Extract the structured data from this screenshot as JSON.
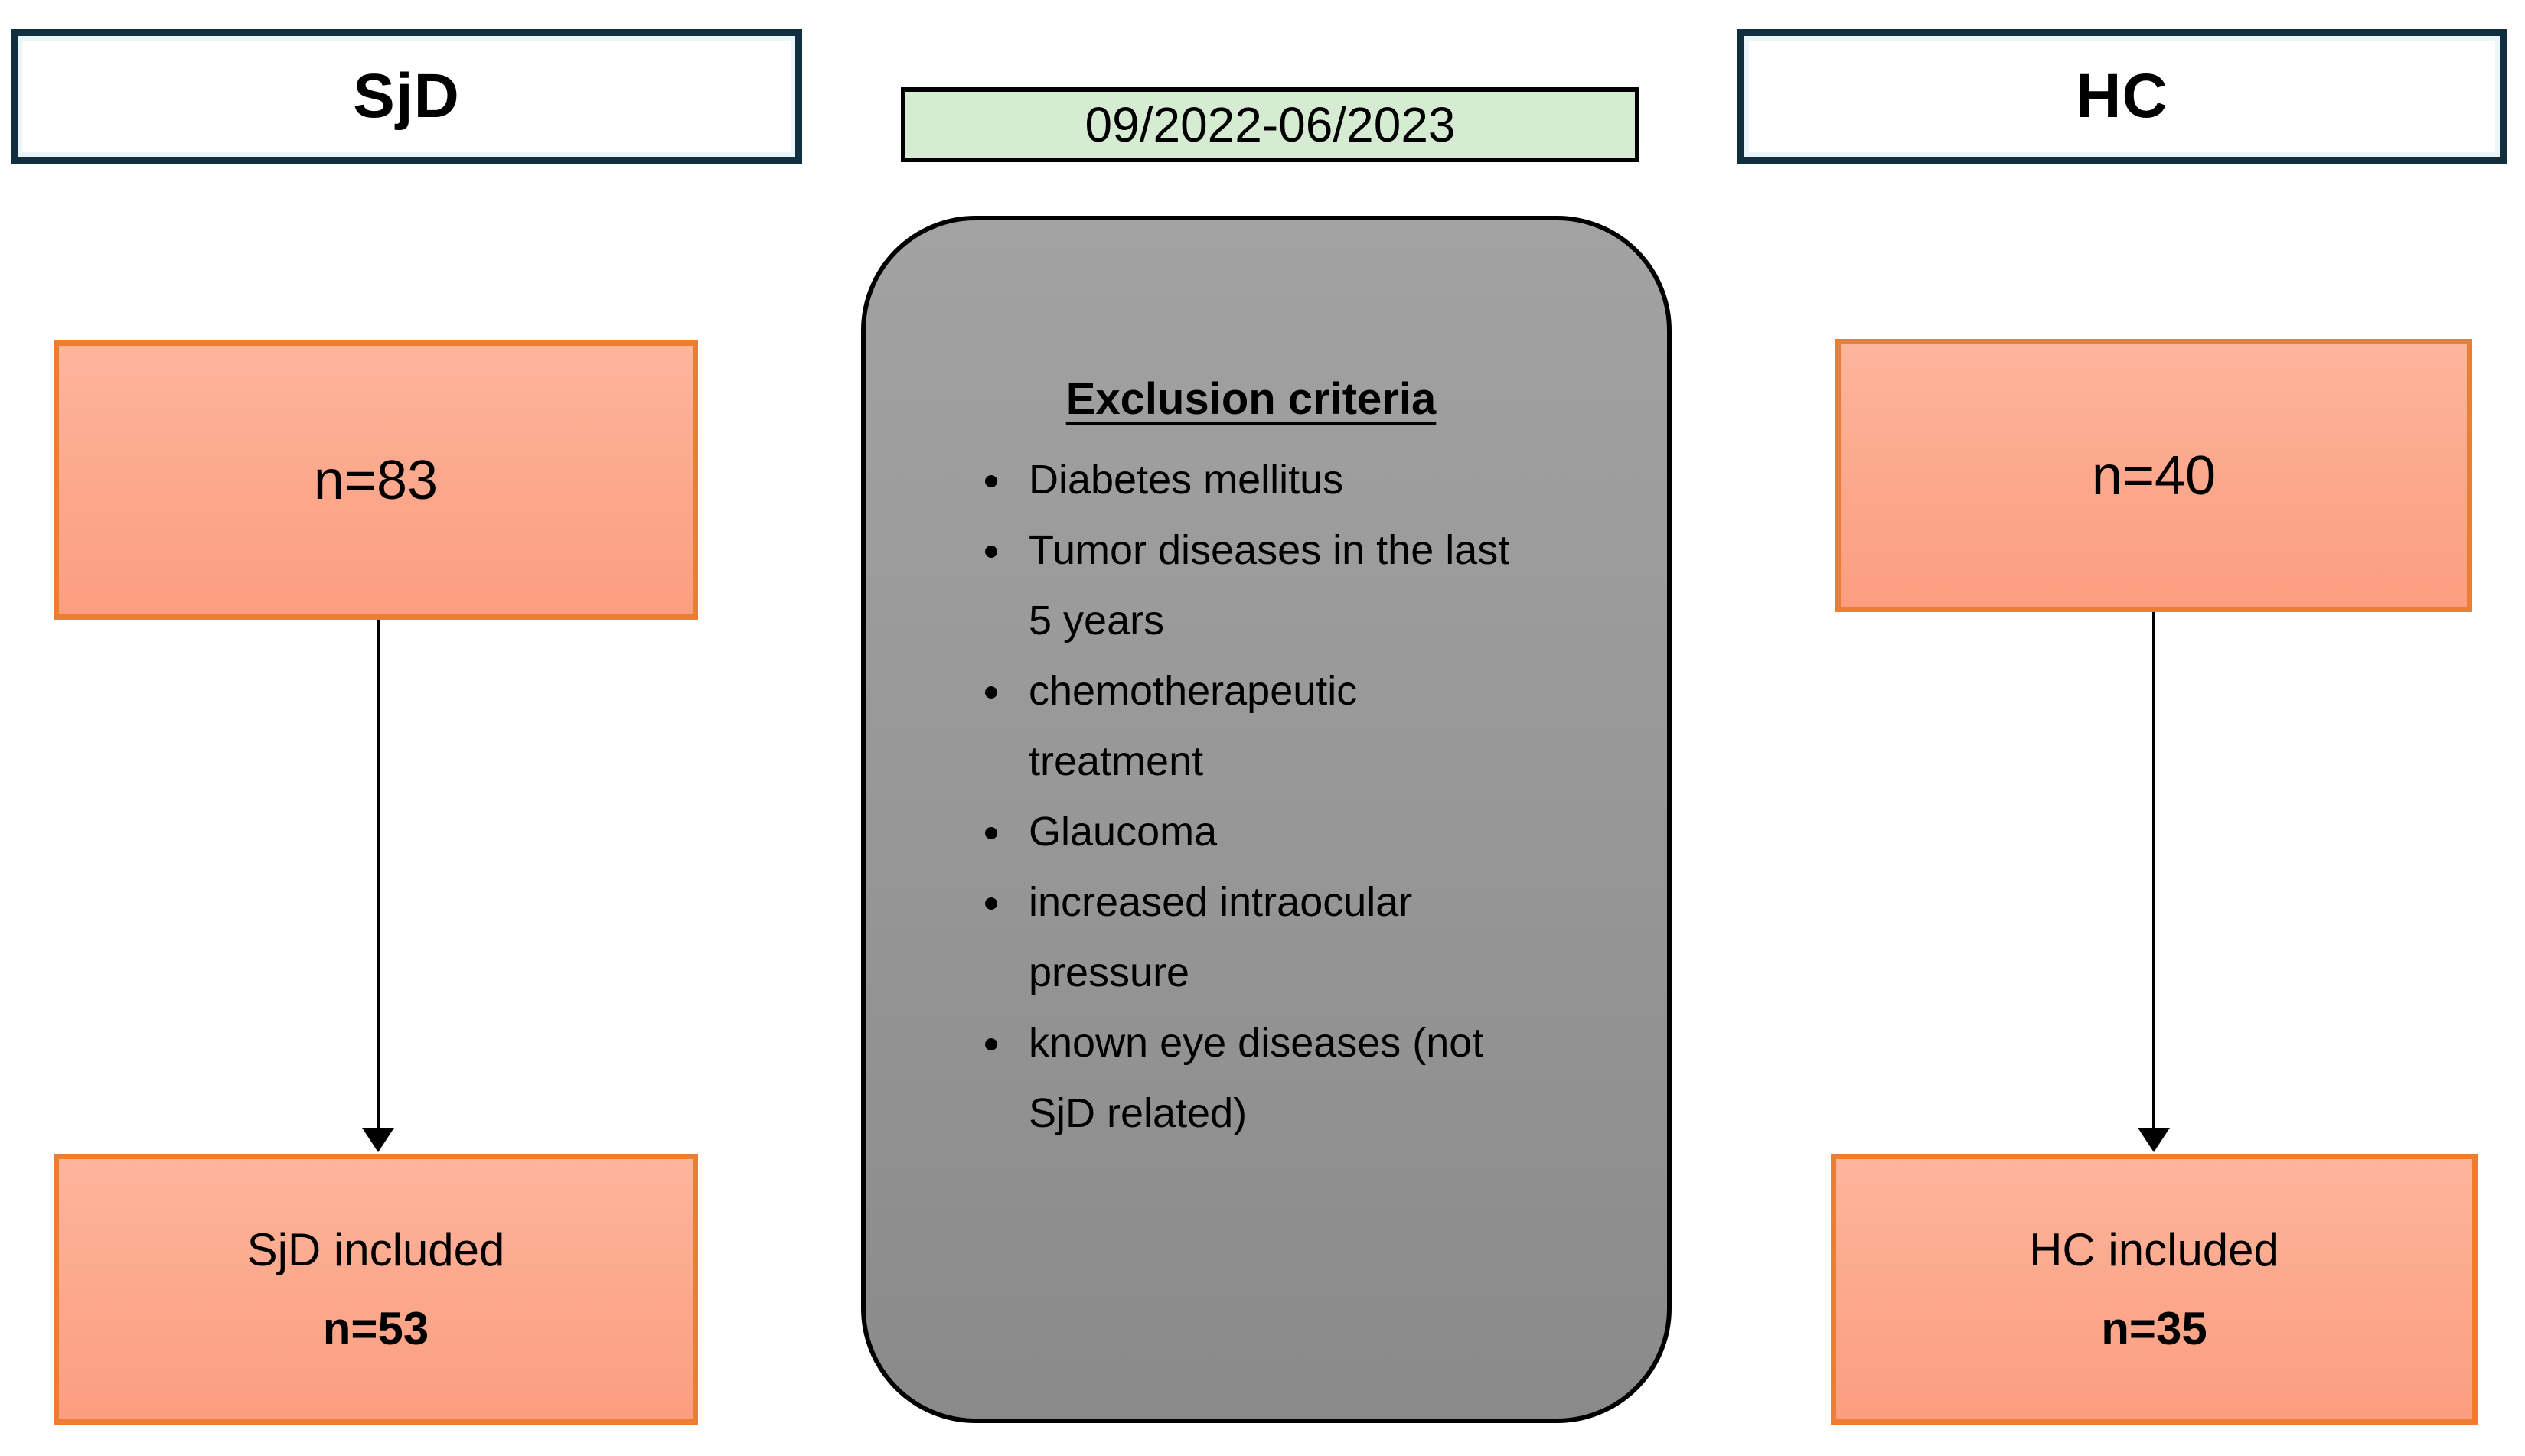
{
  "diagram": {
    "title_meaning": "Participant inclusion flowchart",
    "left_column": {
      "header": "SjD",
      "initial_label": "n=83",
      "included_line1": "SjD included",
      "included_line2": "n=53"
    },
    "center": {
      "period": "09/2022-06/2023",
      "exclusion": {
        "title": "Exclusion criteria",
        "items": [
          "Diabetes mellitus",
          "Tumor diseases in the last\n5 years",
          "chemotherapeutic\ntreatment",
          "Glaucoma",
          "increased intraocular\npressure",
          "known eye diseases (not\nSjD related)"
        ]
      }
    },
    "right_column": {
      "header": "HC",
      "initial_label": "n=40",
      "included_line1": "HC included",
      "included_line2": "n=35"
    },
    "colors": {
      "header_border": "#11303f",
      "period_fill": "#d6ecd2",
      "period_border": "#000000",
      "orange_fill": "#fca78b",
      "orange_border": "#ed7d31",
      "gray_fill": "#979797",
      "gray_border": "#000000",
      "arrow": "#000000",
      "text": "#000000"
    }
  }
}
